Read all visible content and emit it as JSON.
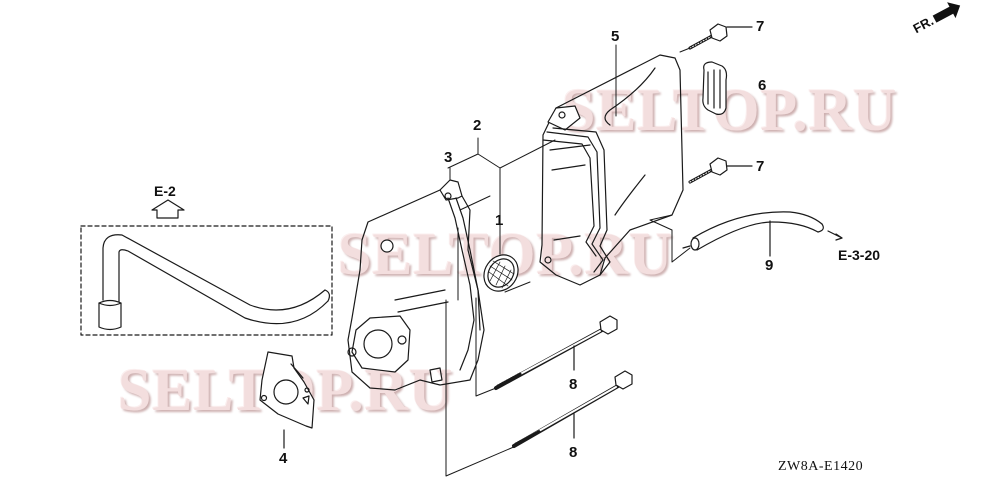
{
  "diagram": {
    "type": "exploded-parts-diagram",
    "diagram_code": "ZW8A-E1420",
    "front_indicator": "FR.",
    "references": {
      "top_left": "E-2",
      "right": "E-3-20"
    },
    "callouts": [
      {
        "number": "1",
        "part": "mesh-filter-screen"
      },
      {
        "number": "2",
        "part": "cover-assembly"
      },
      {
        "number": "3",
        "part": "case-housing"
      },
      {
        "number": "4",
        "part": "gasket"
      },
      {
        "number": "5",
        "part": "cover"
      },
      {
        "number": "6",
        "part": "grommet"
      },
      {
        "number": "7",
        "part": "flange-bolt-upper"
      },
      {
        "number": "7",
        "part": "flange-bolt-lower"
      },
      {
        "number": "8",
        "part": "long-bolt-upper"
      },
      {
        "number": "8",
        "part": "long-bolt-lower"
      },
      {
        "number": "9",
        "part": "breather-tube"
      }
    ],
    "watermarks": [
      "SELTOP.RU",
      "SELTOP.RU",
      "SELTOP.RU",
      "SELTOP.RU"
    ],
    "colors": {
      "line": "#1a1a1a",
      "watermark": "#f2dcdc",
      "background": "#ffffff"
    }
  }
}
